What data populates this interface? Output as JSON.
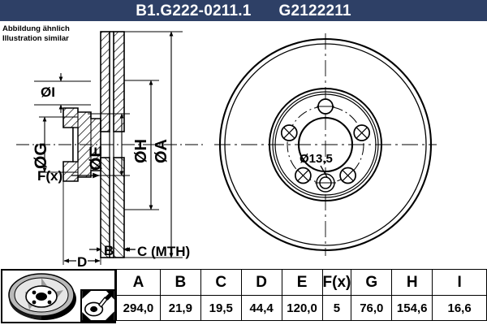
{
  "header": {
    "part_number": "B1.G222-0211.1",
    "article_code": "G2122211",
    "bg_color": "#2e4066",
    "text_color": "#ffffff"
  },
  "note": {
    "line1": "Abbildung ähnlich",
    "line2": "Illustration similar"
  },
  "section_view": {
    "labels": {
      "dia_i": "ØI",
      "dia_g": "ØG",
      "dia_e": "ØE",
      "dia_h": "ØH",
      "dia_a": "ØA",
      "fx": "F(x)",
      "b": "B",
      "c": "C (MTH)",
      "d": "D"
    }
  },
  "front_view": {
    "hole_label": "Ø13,5",
    "bolt_holes": 5,
    "locating_holes": 2
  },
  "thumbnails": {
    "product_photo": "brake-disc-photo",
    "fitment_icon": "installation-icon"
  },
  "spec_table": {
    "columns": [
      "A",
      "B",
      "C",
      "D",
      "E",
      "F(x)",
      "G",
      "H",
      "I"
    ],
    "values": [
      "294,0",
      "21,9",
      "19,5",
      "44,4",
      "120,0",
      "5",
      "76,0",
      "154,6",
      "16,6"
    ]
  }
}
